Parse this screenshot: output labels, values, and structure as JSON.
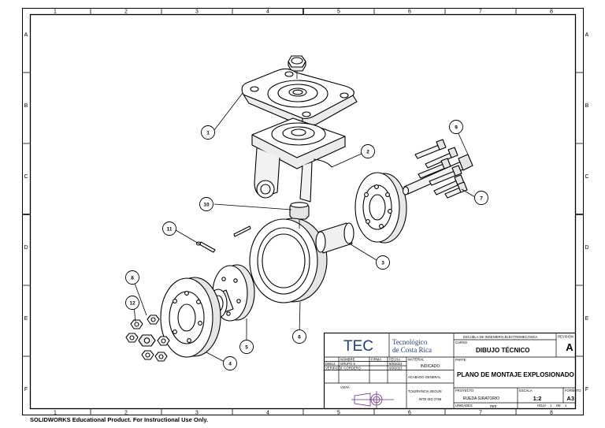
{
  "grid": {
    "columns": [
      "1",
      "2",
      "3",
      "4",
      "5",
      "6",
      "7",
      "8"
    ],
    "rows": [
      "A",
      "B",
      "C",
      "D",
      "E",
      "F"
    ]
  },
  "balloons": [
    "1",
    "2",
    "3",
    "4",
    "5",
    "6",
    "7",
    "8",
    "9",
    "10",
    "11",
    "12"
  ],
  "title_block": {
    "logo_letters": "TEC",
    "logo_line1": "Tecnológico",
    "logo_line2": "de Costa Rica",
    "school": "ESCUELA DE INGENIERIA ELECTROMECÁNICA",
    "revision_label": "REVISIÓN",
    "revision_value": "A",
    "curso_label": "CURSO",
    "curso_value": "DIBUJO TÉCNICO",
    "parte_label": "PARTE",
    "parte_value": "PLANO DE MONTAJE EXPLOSIONADO",
    "col_nombre": "NOMBRE",
    "col_firma": "FIRMA",
    "col_fecha": "FECHA",
    "row1_label": "DIBUJ.",
    "row1_name": "GRUPO 5",
    "row1_date": "6/9/2023",
    "row2_label": "VERIFICÓ",
    "row2_name": "J. CORDERO",
    "row2_date": "6/9/2023",
    "material_label": "MATERIAL",
    "material_value": "INDICADO",
    "acabado_label": "ACABADO GENERAL",
    "vista_label": "VISTA",
    "tolerancia_label": "TOLERANCIA SEGÚN",
    "tolerancia_value": "INTE ISO 2768",
    "proyecto_label": "PROYECTO",
    "proyecto_value": "RUEDA GIRATORIO",
    "escala_label": "ESCALA",
    "escala_value": "1:2",
    "formato_label": "FORMATO",
    "formato_value": "A3",
    "unidades_label": "UNIDADES",
    "unidades_value": "mm",
    "hoja_label": "HOJA",
    "hoja_value": "1",
    "de_label": "DE",
    "de_value": "1"
  },
  "watermark": "SOLIDWORKS Educational Product. For Instructional Use Only."
}
